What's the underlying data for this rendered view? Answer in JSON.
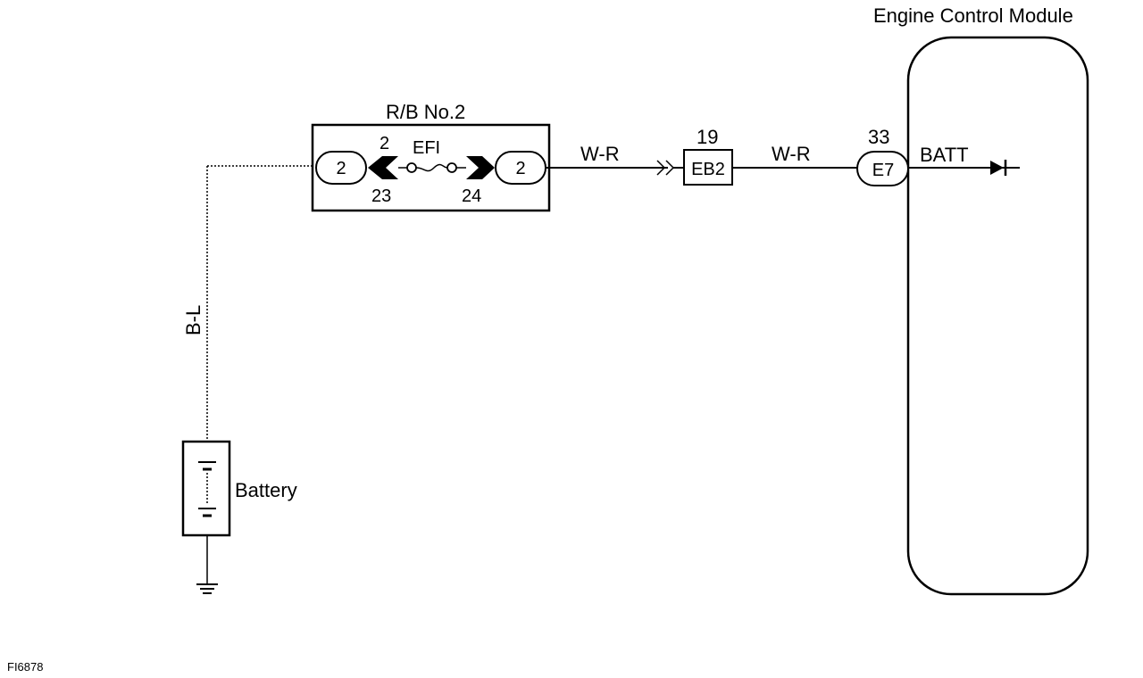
{
  "ecm": {
    "title": "Engine Control Module",
    "terminal_name": "BATT"
  },
  "relay_block": {
    "title": "R/B No.2",
    "fuse_label": "EFI",
    "left_connector": "2",
    "right_connector": "2",
    "left_pin_top": "2",
    "left_pin_bottom": "23",
    "right_pin_bottom": "24"
  },
  "wires": {
    "battery_wire": "B-L",
    "wire_1": "W-R",
    "wire_2": "W-R"
  },
  "junction": {
    "name": "EB2",
    "pin": "19"
  },
  "ecm_connector": {
    "name": "E7",
    "pin": "33"
  },
  "battery": {
    "label": "Battery"
  },
  "figure_id": "FI6878"
}
